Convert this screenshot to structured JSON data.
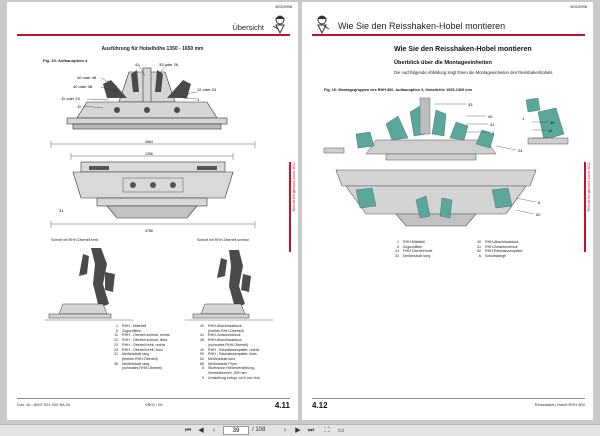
{
  "left_page": {
    "doc_number": "BS23998",
    "header_title": "Übersicht",
    "side_text": "Reichel Bergtechnik Lamé 2011",
    "figure_title": "Ausführung für Hobelhöhe 1350 - 1650 mm",
    "figure_caption": "Fig. 15:  Aufbauoption 4",
    "callouts": [
      "41",
      "33 oder 26",
      "40 oder 48",
      "40 oder 48",
      "11 oder 23",
      "12 oder 24",
      "1",
      "11",
      "31"
    ],
    "dimensions": [
      "4964",
      "1256",
      "3756"
    ],
    "section_labels": [
      "Schnitt mit RHH-Oberteil breit",
      "Schnitt mit RHH-Oberteil schmal"
    ],
    "legend_left": [
      {
        "num": "1",
        "text": "RHH - Mittelteil"
      },
      {
        "num": "6",
        "text": "Zugschlitten"
      },
      {
        "num": "11",
        "text": "RHH - Oberteil schmal, rechts"
      },
      {
        "num": "12",
        "text": "RHH - Oberteil schmal, links"
      },
      {
        "num": "23",
        "text": "RHH - Oberteil breit, rechts"
      },
      {
        "num": "24",
        "text": "RHH - Oberteil breit, links"
      },
      {
        "num": "31",
        "text": "Meißelsäule lang"
      },
      {
        "num": "",
        "text": "(breites RHH-Oberteil)"
      },
      {
        "num": "36",
        "text": "Meißelsäule lang"
      },
      {
        "num": "",
        "text": "(schmales RHH-Oberteil)"
      }
    ],
    "legend_right": [
      {
        "num": "40",
        "text": "RHH-Abschlussblock"
      },
      {
        "num": "",
        "text": "(breites RHH-Oberteil)"
      },
      {
        "num": "41",
        "text": "RHH-Zwischenblock"
      },
      {
        "num": "48",
        "text": "RHH-Abschlussblock"
      },
      {
        "num": "",
        "text": "(schmales RHH-Oberteil)"
      },
      {
        "num": "49",
        "text": "RHH - Räumkissenplatte, rechts"
      },
      {
        "num": "50",
        "text": "RHH - Räumkissenplatte, links"
      },
      {
        "num": "52",
        "text": "Meißelsäule kurz"
      },
      {
        "num": "66",
        "text": "Meißelsäule Prym"
      },
      {
        "num": "8",
        "text": "Stufenlose Höhenverstellung,"
      },
      {
        "num": "",
        "text": "Verstellbereich: 300 mm"
      },
      {
        "num": "9",
        "text": "Umstellung entspr. ca 6 mm Hub"
      }
    ],
    "footer_left": "Dok.-Nr.: 8097 001 000 BA 00",
    "footer_mid": "VB02 / 06",
    "page_number": "4.11"
  },
  "right_page": {
    "doc_number": "BS23998",
    "header_title": "Wie Sie den Reisshaken-Hobel montieren",
    "side_text": "Reichel Bergtechnik Lamé 2011",
    "section_title": "Wie Sie den Reisshaken-Hobel montieren",
    "subsection_title": "Überblick über die Montageeinheiten",
    "intro_text": "Die nachfolgende Abbildung zeigt Ihnen die Montageeinheiten des Reisshakenhobels.",
    "figure_caption": "Fig. 16:  Montagegruppen des RHH 800, Aufbauoption 3, Hobelhöhe 1065-1365 mm",
    "callouts": [
      "33",
      "40",
      "41",
      "1",
      "24",
      "1",
      "40",
      "41",
      "6",
      "52"
    ],
    "legend_left": [
      {
        "num": "1",
        "text": "RHH Mittelteil"
      },
      {
        "num": "6",
        "text": "Zugschlitten"
      },
      {
        "num": "24",
        "text": "RHH Oberteil breit"
      },
      {
        "num": "33",
        "text": "Meißelsäule lang"
      }
    ],
    "legend_right": [
      {
        "num": "40",
        "text": "RHH-Abschlussblock"
      },
      {
        "num": "41",
        "text": "RHH-Zwischenblock"
      },
      {
        "num": "52",
        "text": "RHH-Räumkissenplatte"
      },
      {
        "num": "A",
        "text": "Schubstange"
      }
    ],
    "footer_right": "Reisshaken-Hobel RHH 800",
    "page_number": "4.12"
  },
  "toolbar": {
    "current_page": "39",
    "total_pages": "/ 108"
  },
  "colors": {
    "accent_red": "#c8102e",
    "machine_teal": "#5ba79c",
    "page_bg": "#ffffff",
    "viewer_bg": "#c9c9c9"
  }
}
